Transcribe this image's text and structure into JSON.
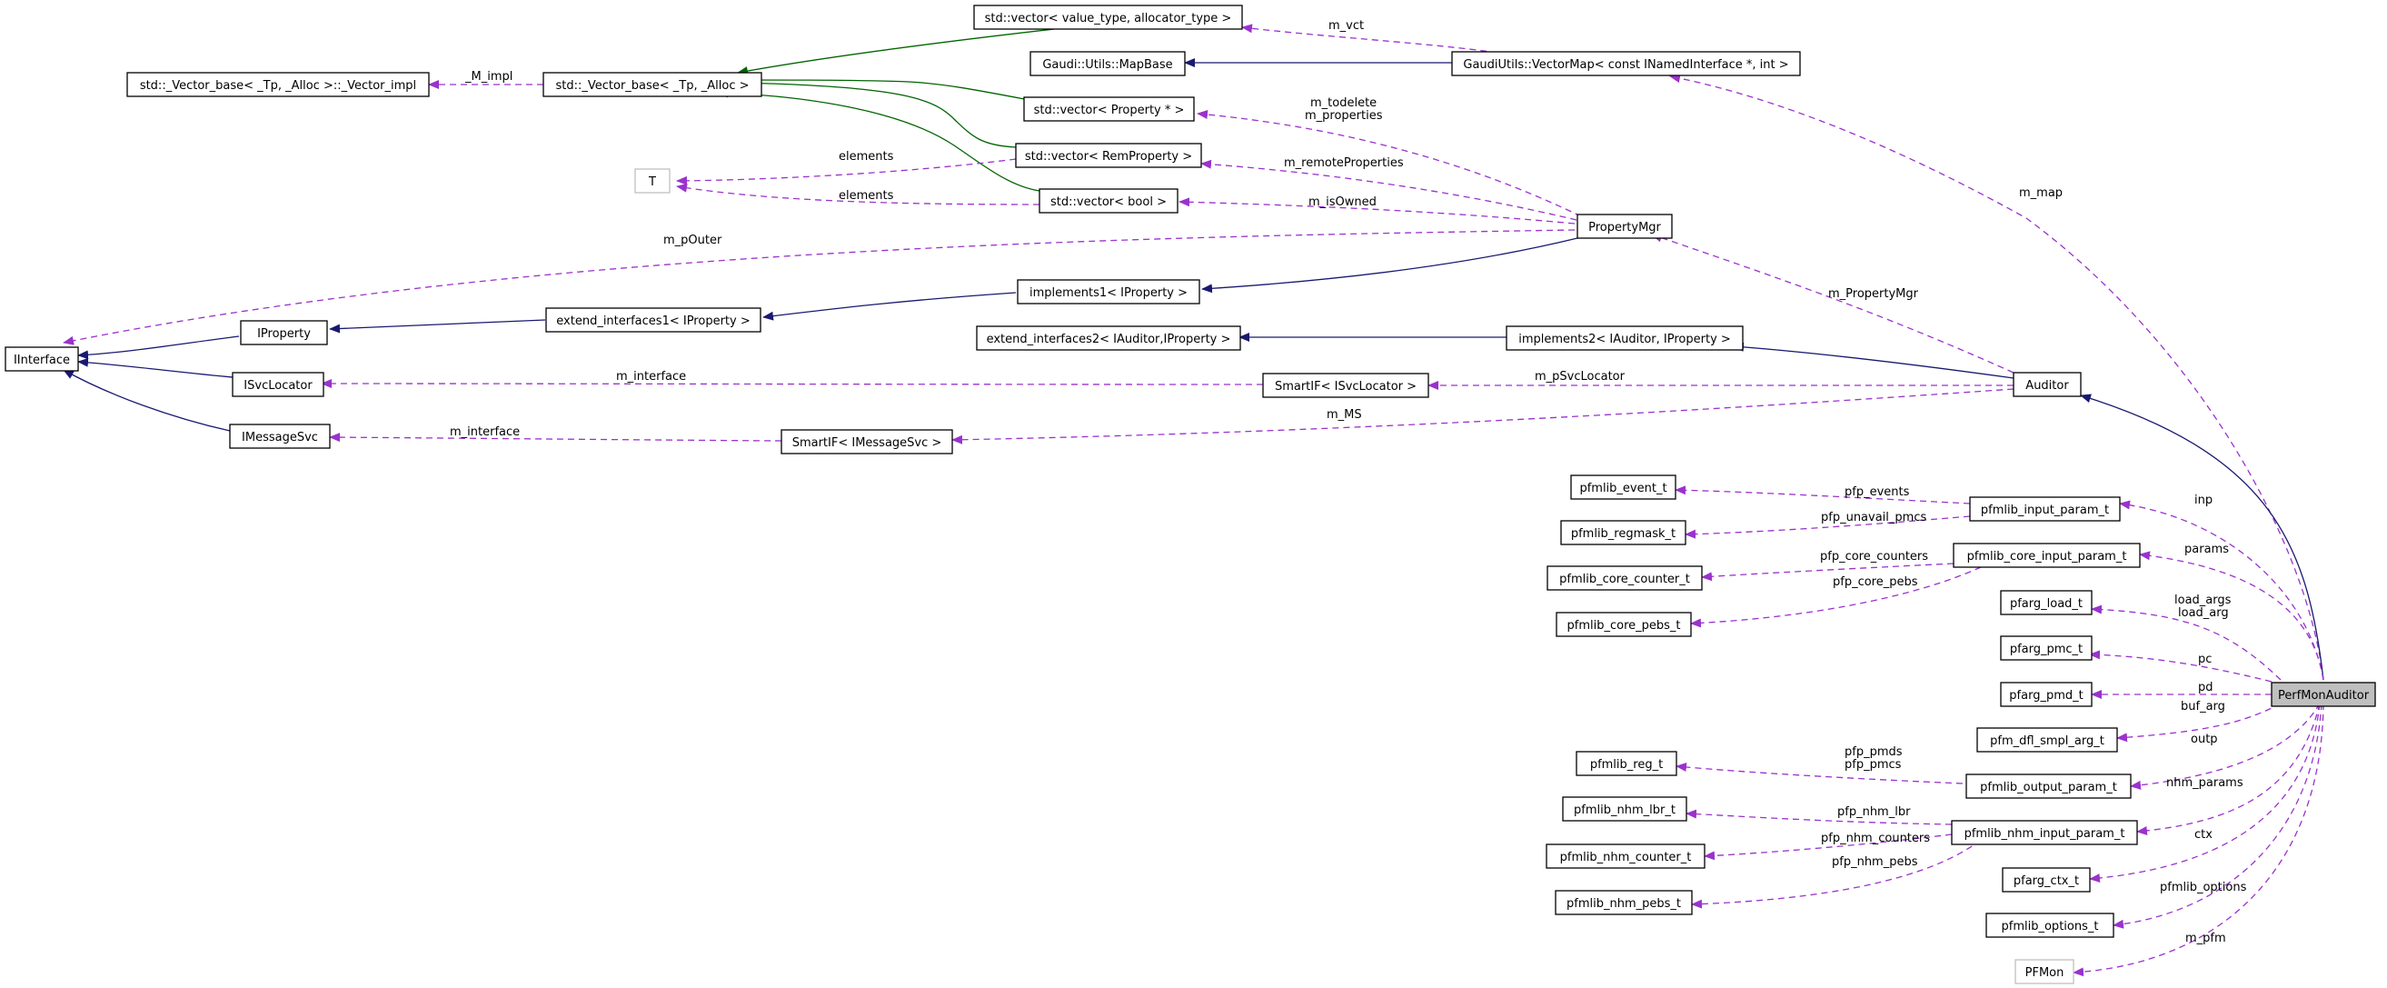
{
  "nodes": {
    "vector_value_type": "std::vector< value_type, allocator_type >",
    "mapbase": "Gaudi::Utils::MapBase",
    "vectormap": "GaudiUtils::VectorMap< const INamedInterface *, int >",
    "vector_impl": "std::_Vector_base< _Tp, _Alloc >::_Vector_impl",
    "vector_base": "std::_Vector_base< _Tp, _Alloc >",
    "vector_property": "std::vector< Property * >",
    "t_template": "T",
    "vector_remprop": "std::vector< RemProperty >",
    "vector_bool": "std::vector< bool >",
    "propertymgr": "PropertyMgr",
    "implements1": "implements1< IProperty >",
    "iproperty": "IProperty",
    "extend_interfaces1": "extend_interfaces1< IProperty >",
    "extend_interfaces2": "extend_interfaces2< IAuditor,IProperty >",
    "implements2": "implements2< IAuditor, IProperty >",
    "iinterface": "IInterface",
    "isvclocator": "ISvcLocator",
    "smartif_svclocator": "SmartIF< ISvcLocator >",
    "auditor": "Auditor",
    "imessagesvc": "IMessageSvc",
    "smartif_messagesvc": "SmartIF< IMessageSvc >",
    "pfmlib_event_t": "pfmlib_event_t",
    "pfmlib_input_param_t": "pfmlib_input_param_t",
    "pfmlib_regmask_t": "pfmlib_regmask_t",
    "pfmlib_core_input_param_t": "pfmlib_core_input_param_t",
    "pfmlib_core_counter_t": "pfmlib_core_counter_t",
    "pfmlib_core_pebs_t": "pfmlib_core_pebs_t",
    "pfarg_load_t": "pfarg_load_t",
    "pfarg_pmc_t": "pfarg_pmc_t",
    "pfarg_pmd_t": "pfarg_pmd_t",
    "perfmonauditor": "PerfMonAuditor",
    "pfm_dfl_smpl_arg_t": "pfm_dfl_smpl_arg_t",
    "pfmlib_reg_t": "pfmlib_reg_t",
    "pfmlib_output_param_t": "pfmlib_output_param_t",
    "pfmlib_nhm_lbr_t": "pfmlib_nhm_lbr_t",
    "pfmlib_nhm_input_param_t": "pfmlib_nhm_input_param_t",
    "pfmlib_nhm_counter_t": "pfmlib_nhm_counter_t",
    "pfmlib_nhm_pebs_t": "pfmlib_nhm_pebs_t",
    "pfarg_ctx_t": "pfarg_ctx_t",
    "pfmlib_options_t": "pfmlib_options_t",
    "pfmon": "PFMon"
  },
  "edge_labels": {
    "m_vct": "m_vct",
    "m_impl": "_M_impl",
    "m_todelete": "m_todelete",
    "m_properties": "m_properties",
    "elements_remprop": "elements",
    "m_remoteproperties": "m_remoteProperties",
    "elements_bool": "elements",
    "m_isowned": "m_isOwned",
    "m_map": "m_map",
    "m_pouter": "m_pOuter",
    "m_propertymgr": "m_PropertyMgr",
    "m_interface_svclocator": "m_interface",
    "m_psvclocator": "m_pSvcLocator",
    "m_ms": "m_MS",
    "m_interface_messagesvc": "m_interface",
    "pfp_events": "pfp_events",
    "inp": "inp",
    "pfp_unavail_pmcs": "pfp_unavail_pmcs",
    "pfp_core_counters": "pfp_core_counters",
    "params": "params",
    "pfp_core_pebs": "pfp_core_pebs",
    "load_args": "load_args",
    "load_arg": "load_arg",
    "pc": "pc",
    "pd": "pd",
    "buf_arg": "buf_arg",
    "outp": "outp",
    "pfp_pmds": "pfp_pmds",
    "pfp_pmcs": "pfp_pmcs",
    "nhm_params": "nhm_params",
    "pfp_nhm_lbr": "pfp_nhm_lbr",
    "ctx": "ctx",
    "pfp_nhm_counters": "pfp_nhm_counters",
    "pfmlib_options": "pfmlib_options",
    "pfp_nhm_pebs": "pfp_nhm_pebs",
    "m_pfm": "m_pfm"
  },
  "colors": {
    "member_edge": "#9a32cd",
    "inheritance_edge": "#191970",
    "template_edge": "#006400",
    "focus_fill": "#bfbfbf",
    "ghost_border": "#bfbfbf"
  }
}
